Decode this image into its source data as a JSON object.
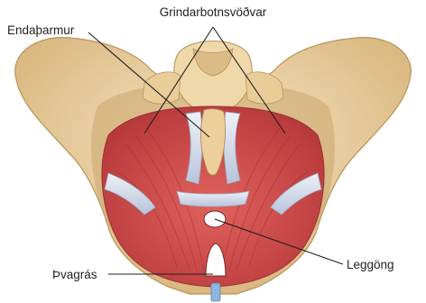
{
  "labels": {
    "pelvic_floor_muscles": "Grindarbotnsvöðvar",
    "rectum": "Endaþarmur",
    "vagina": "Leggöng",
    "urethra": "Þvagrás"
  },
  "colors": {
    "bone": "#edd6a9",
    "bone_shadow": "#c9a56b",
    "muscle": "#d9524f",
    "muscle_dark": "#b83a3a",
    "fascia": "#c9d2e3",
    "text": "#231f20"
  }
}
